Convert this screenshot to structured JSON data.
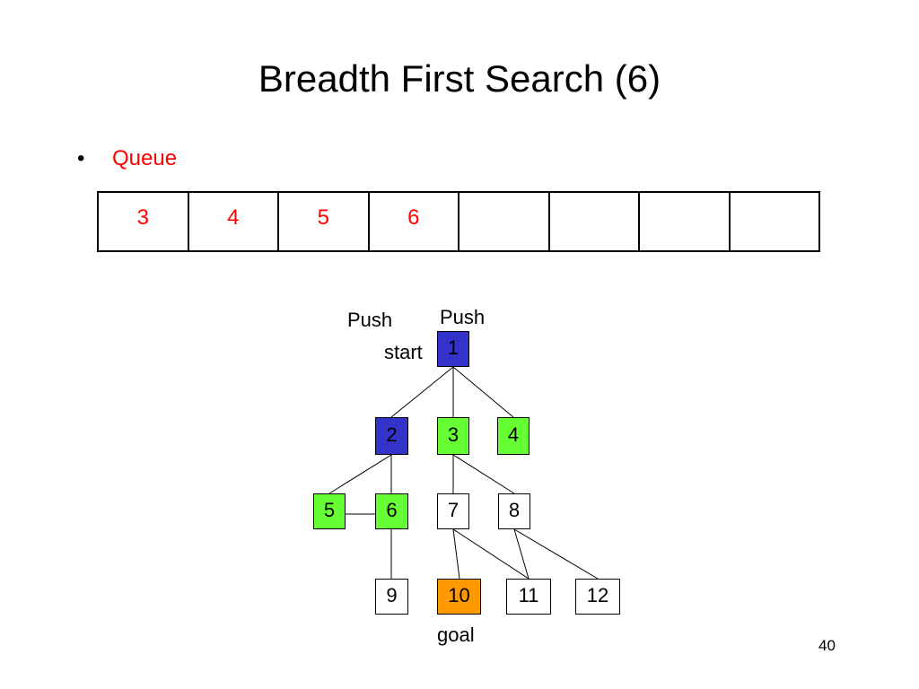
{
  "slide": {
    "title": "Breadth First Search (6)",
    "bullet": "•",
    "bullet_text": "Queue",
    "page_number": "40"
  },
  "queue": [
    "3",
    "4",
    "5",
    "6",
    "",
    "",
    "",
    ""
  ],
  "tree": {
    "labels": {
      "push_left": "Push",
      "push_right": "Push",
      "start": "start",
      "goal": "goal"
    },
    "nodes": [
      {
        "id": "1",
        "label": "1",
        "color": "#3333cc"
      },
      {
        "id": "2",
        "label": "2",
        "color": "#3333cc"
      },
      {
        "id": "3",
        "label": "3",
        "color": "#66ff33"
      },
      {
        "id": "4",
        "label": "4",
        "color": "#66ff33"
      },
      {
        "id": "5",
        "label": "5",
        "color": "#66ff33"
      },
      {
        "id": "6",
        "label": "6",
        "color": "#66ff33"
      },
      {
        "id": "7",
        "label": "7",
        "color": "#ffffff"
      },
      {
        "id": "8",
        "label": "8",
        "color": "#ffffff"
      },
      {
        "id": "9",
        "label": "9",
        "color": "#ffffff"
      },
      {
        "id": "10",
        "label": "10",
        "color": "#ff9900"
      },
      {
        "id": "11",
        "label": "11",
        "color": "#ffffff"
      },
      {
        "id": "12",
        "label": "12",
        "color": "#ffffff"
      }
    ],
    "edges": [
      [
        "1",
        "2"
      ],
      [
        "1",
        "3"
      ],
      [
        "1",
        "4"
      ],
      [
        "2",
        "5"
      ],
      [
        "2",
        "6"
      ],
      [
        "5",
        "6"
      ],
      [
        "3",
        "7"
      ],
      [
        "3",
        "8"
      ],
      [
        "6",
        "9"
      ],
      [
        "7",
        "10"
      ],
      [
        "7",
        "11"
      ],
      [
        "8",
        "11"
      ],
      [
        "8",
        "12"
      ]
    ]
  }
}
